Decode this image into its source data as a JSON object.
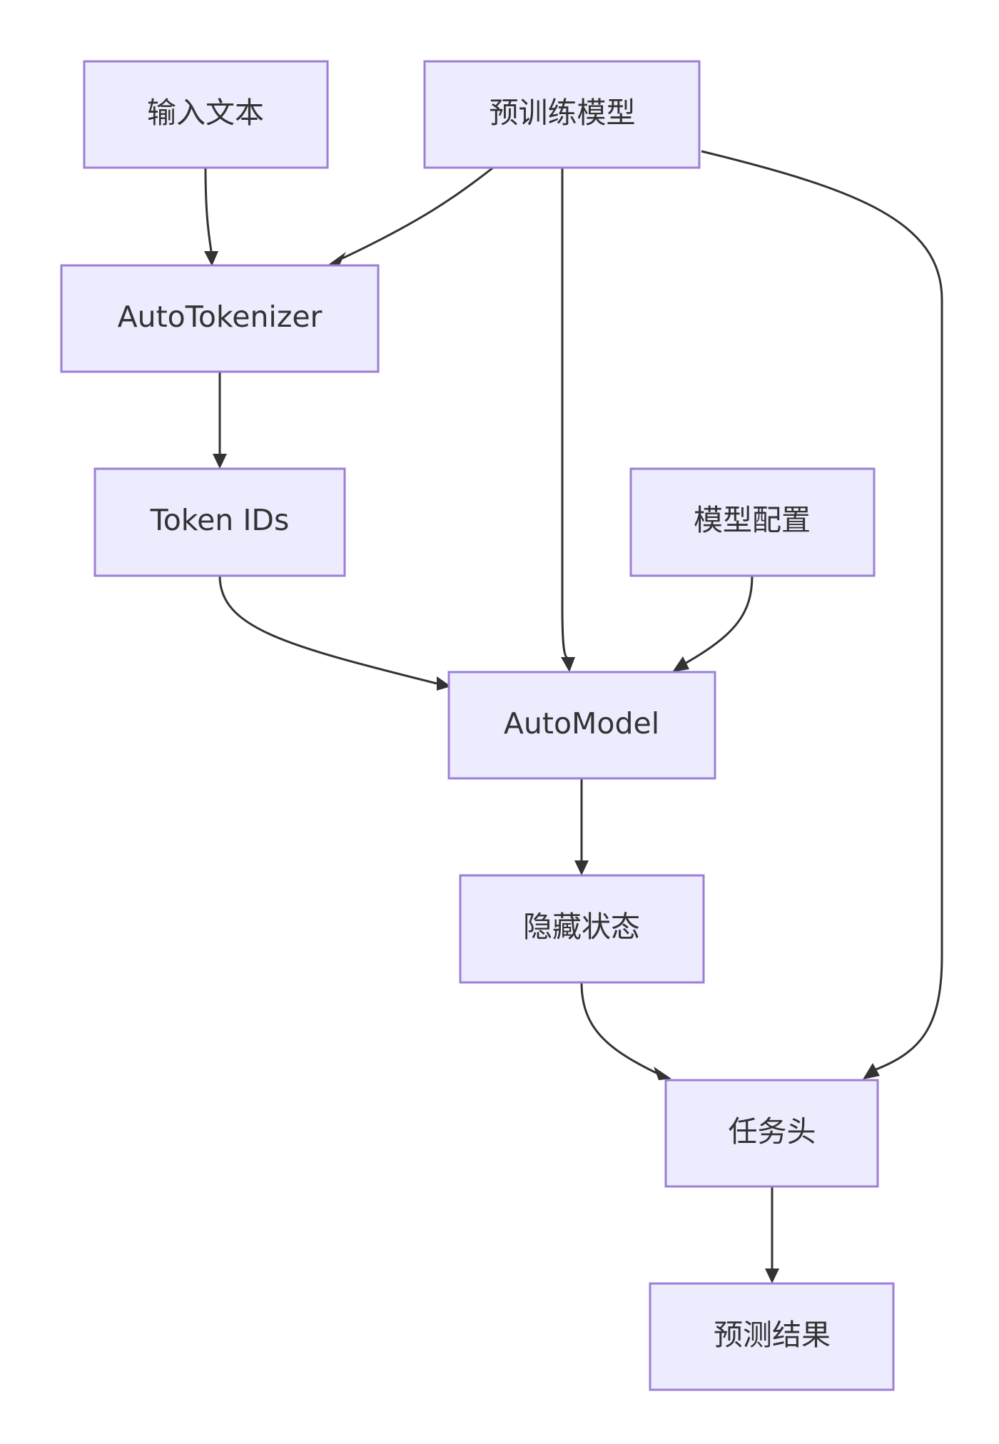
{
  "diagram": {
    "nodes": [
      {
        "id": "input",
        "label": "输入文本"
      },
      {
        "id": "pretrained",
        "label": "预训练模型"
      },
      {
        "id": "tokenizer",
        "label": "AutoTokenizer"
      },
      {
        "id": "token_ids",
        "label": "Token IDs"
      },
      {
        "id": "config",
        "label": "模型配置"
      },
      {
        "id": "automodel",
        "label": "AutoModel"
      },
      {
        "id": "hidden",
        "label": "隐藏状态"
      },
      {
        "id": "task_head",
        "label": "任务头"
      },
      {
        "id": "prediction",
        "label": "预测结果"
      }
    ],
    "edges": [
      {
        "from": "input",
        "to": "tokenizer"
      },
      {
        "from": "pretrained",
        "to": "tokenizer"
      },
      {
        "from": "pretrained",
        "to": "automodel"
      },
      {
        "from": "pretrained",
        "to": "task_head"
      },
      {
        "from": "tokenizer",
        "to": "token_ids"
      },
      {
        "from": "token_ids",
        "to": "automodel"
      },
      {
        "from": "config",
        "to": "automodel"
      },
      {
        "from": "automodel",
        "to": "hidden"
      },
      {
        "from": "hidden",
        "to": "task_head"
      },
      {
        "from": "task_head",
        "to": "prediction"
      }
    ]
  }
}
